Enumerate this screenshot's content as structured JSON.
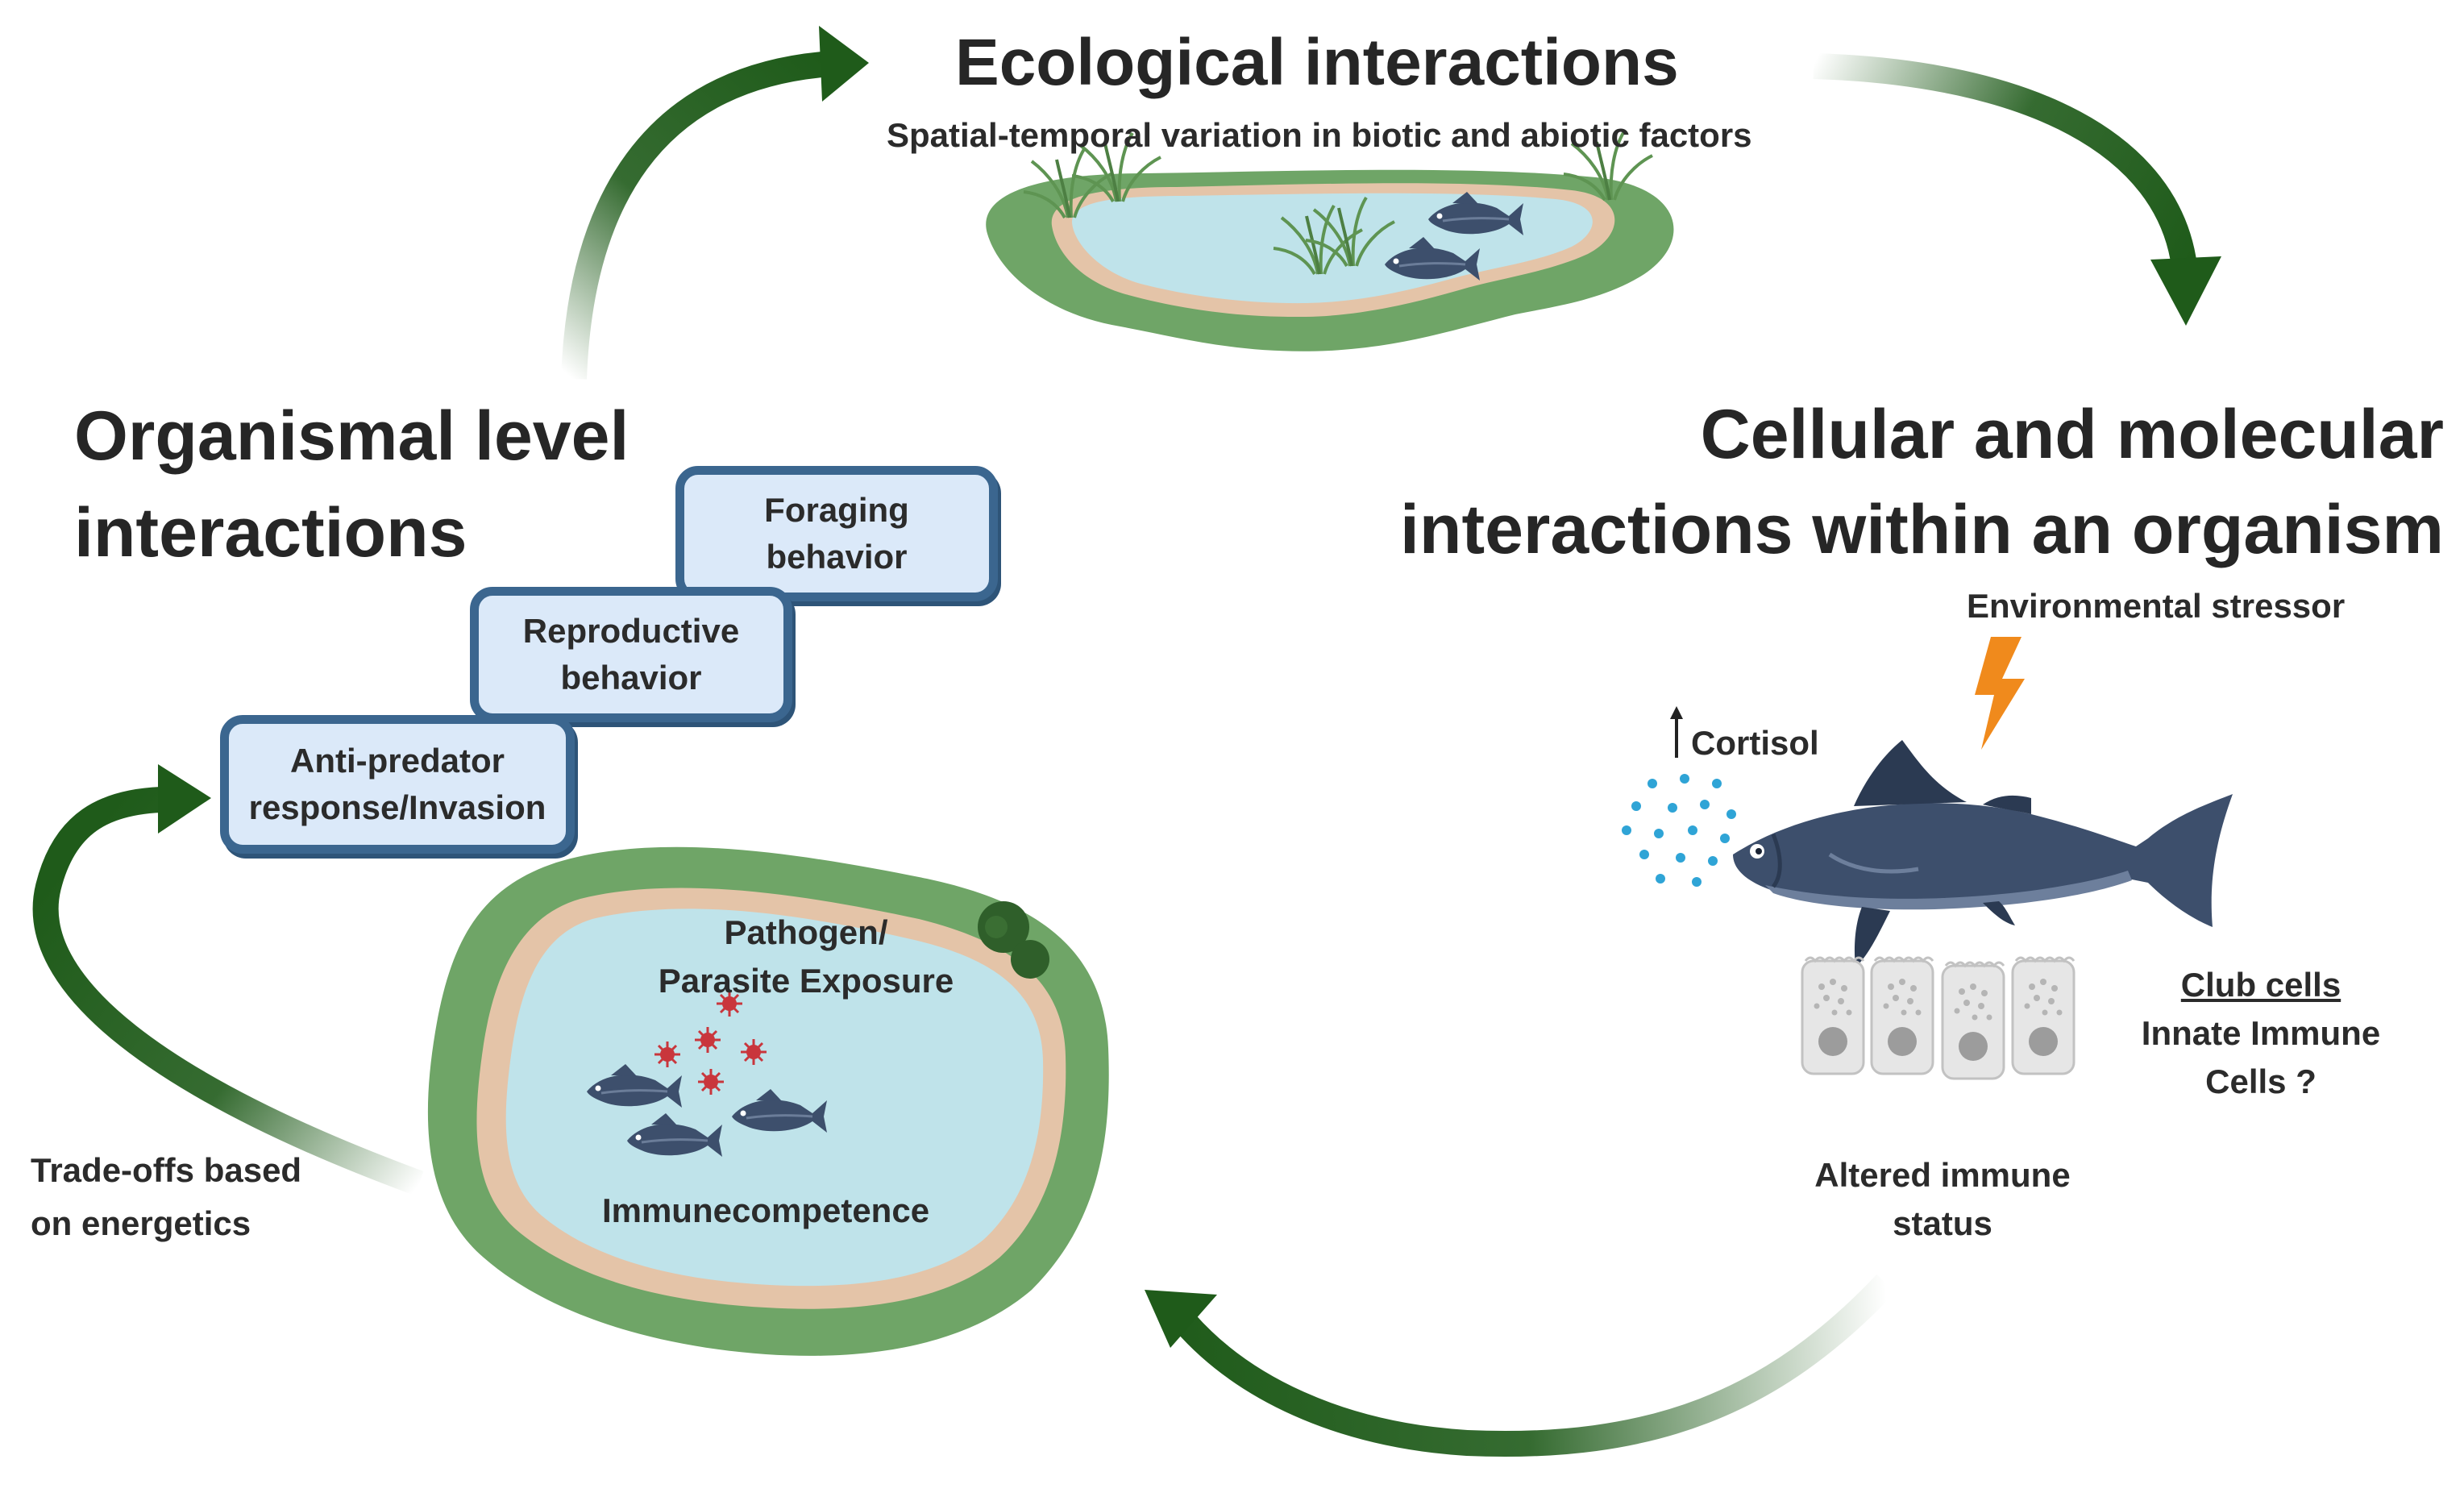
{
  "ecological": {
    "title": "Ecological interactions",
    "subtitle": "Spatial-temporal variation in biotic and abiotic factors"
  },
  "organismal": {
    "title_line1": "Organismal level",
    "title_line2": "interactions",
    "steps": [
      {
        "label": "Foraging\nbehavior"
      },
      {
        "label": "Reproductive\nbehavior"
      },
      {
        "label": "Anti-predator\nresponse/Invasion"
      }
    ]
  },
  "cellular": {
    "title_line1": "Cellular and molecular",
    "title_line2": "interactions within an organism",
    "stressor": "Environmental stressor",
    "cortisol": "Cortisol",
    "club_cells": "Club cells",
    "innate_line1": "Innate Immune",
    "innate_line2": "Cells ?",
    "altered_line1": "Altered immune",
    "altered_line2": "status"
  },
  "pond": {
    "pathogen_line1": "Pathogen/",
    "pathogen_line2": "Parasite Exposure",
    "immunecompetence": "Immunecompetence"
  },
  "tradeoffs": {
    "line1": "Trade-offs based",
    "line2": "on energetics"
  },
  "colors": {
    "arrow": "#1f5b1a",
    "water": "#bfe3ea",
    "grass": "#6fa567",
    "sand": "#e4c4a8",
    "fish": "#3d4f6c",
    "step_fill": "#dbe9f9",
    "step_border": "#3b668f",
    "bolt": "#f08a1c",
    "cortisol_dots": "#2fa4d6",
    "virus": "#c9363c"
  },
  "icons": [
    "cycle-arrow-icon",
    "pond-icon",
    "fish-icon",
    "virus-icon",
    "lightning-icon",
    "club-cell-icon",
    "cortisol-dot-icon",
    "up-arrow-icon",
    "grass-icon",
    "bush-icon"
  ]
}
